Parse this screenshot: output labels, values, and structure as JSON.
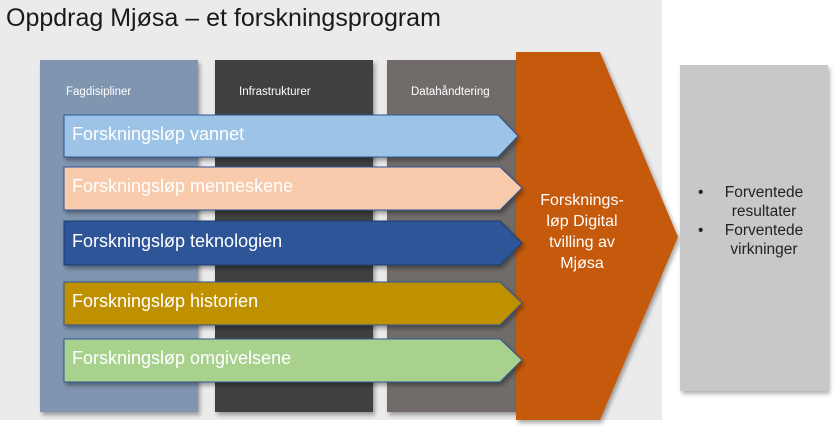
{
  "title": "Oppdrag Mjøsa – et forskningsprogram",
  "columns": [
    {
      "label": "Fagdisipliner",
      "color": "#8096b0"
    },
    {
      "label": "Infrastrukturer",
      "color": "#404040"
    },
    {
      "label": "Datahåndtering",
      "color": "#716c6a"
    }
  ],
  "arrows": [
    {
      "label": "Forskningsløp vannet",
      "color": "#9dc3e6"
    },
    {
      "label": "Forskningsløp menneskene",
      "color": "#f8cbad"
    },
    {
      "label": "Forskningsløp teknologien",
      "color": "#2f5597"
    },
    {
      "label": "Forskningsløp historien",
      "color": "#bf9000"
    },
    {
      "label": "Forskningsløp omgivelsene",
      "color": "#a9d18e"
    }
  ],
  "chevron": {
    "lines": [
      "Forsknings-",
      "løp Digital",
      "tvilling av",
      "Mjøsa"
    ],
    "color": "#c55a11"
  },
  "outcomes": {
    "bullet": "•",
    "items": [
      [
        "Forventede",
        "resultater"
      ],
      [
        "Forventede",
        "virkninger"
      ]
    ]
  }
}
